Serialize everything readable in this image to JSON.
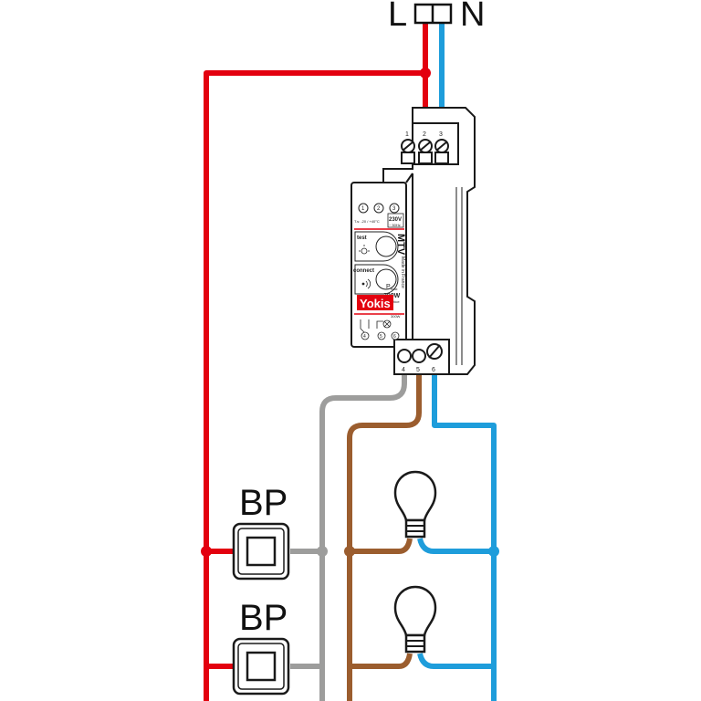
{
  "colors": {
    "live": "#e3000f",
    "neutral": "#1e9ddb",
    "switch_return": "#9d9d9c",
    "load": "#9b5d2e",
    "module_body": "#ffffff",
    "module_stroke": "#1a1a1a",
    "brand_red": "#e3000f"
  },
  "supply": {
    "live_label": "L",
    "neutral_label": "N"
  },
  "terminals_top": [
    "1",
    "2",
    "3"
  ],
  "terminals_bottom": [
    "4",
    "5",
    "6"
  ],
  "module": {
    "brand": "Yokis",
    "model": "MTV",
    "made_in": "Made in France",
    "temp_range": "T.s: -20 / +40°C",
    "supply_rating": "230V",
    "supply_freq": "~ 50Hz",
    "test_label": "test",
    "connect_label": "connect",
    "pmax_label": "P",
    "pmax_sub": "max",
    "power": "300W",
    "power_note": "* cf notice",
    "front_numbers_top": [
      "1",
      "2",
      "3"
    ],
    "front_numbers_bottom": [
      "4",
      "5",
      "6"
    ],
    "front_power_small": "300W"
  },
  "pushbuttons": [
    {
      "label": "BP"
    },
    {
      "label": "BP"
    }
  ],
  "lamps": [
    {
      "icon": "light-bulb-icon"
    },
    {
      "icon": "light-bulb-icon"
    }
  ]
}
